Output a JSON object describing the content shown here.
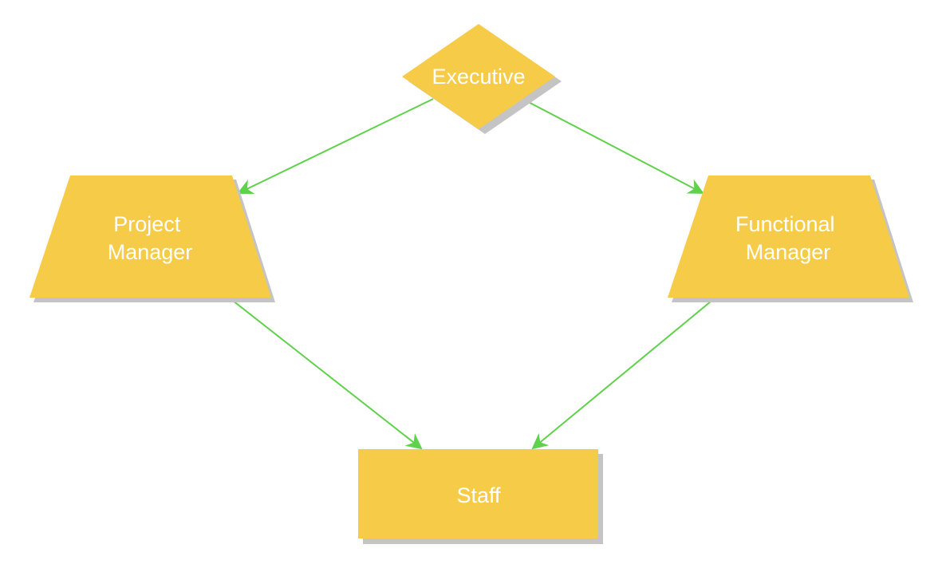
{
  "colors": {
    "node_fill": "#f6cb47",
    "node_shadow": "#c4c4c4",
    "connector": "#5fd14a",
    "label_text": "#ffffff",
    "background": "#ffffff"
  },
  "nodes": {
    "executive": {
      "label_lines": [
        "Executive"
      ],
      "shape": "diamond"
    },
    "project_manager": {
      "label_lines": [
        "Project",
        "Manager"
      ],
      "shape": "trapezoid"
    },
    "functional_manager": {
      "label_lines": [
        "Functional",
        "Manager"
      ],
      "shape": "trapezoid"
    },
    "staff": {
      "label_lines": [
        "Staff"
      ],
      "shape": "rectangle"
    }
  },
  "edges": [
    {
      "from": "executive",
      "to": "project_manager"
    },
    {
      "from": "executive",
      "to": "functional_manager"
    },
    {
      "from": "project_manager",
      "to": "staff"
    },
    {
      "from": "functional_manager",
      "to": "staff"
    }
  ]
}
